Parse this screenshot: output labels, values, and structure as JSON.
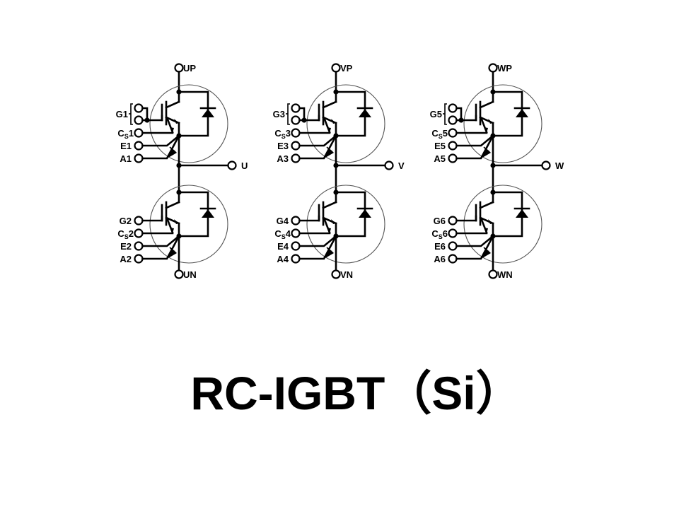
{
  "title": "RC-IGBT（Si）",
  "colors": {
    "ink": "#000000",
    "envelope": "#555555",
    "background": "#ffffff"
  },
  "phases": [
    {
      "name": "U",
      "output_label": "U",
      "upper": {
        "top_label": "UP",
        "gate_label": "G1",
        "cs_label": "C",
        "cs_sub": "S",
        "cs_num": "1",
        "emitter_label": "E1",
        "anode_label": "A1",
        "dual_gate": true
      },
      "lower": {
        "bottom_label": "UN",
        "gate_label": "G2",
        "cs_label": "C",
        "cs_sub": "S",
        "cs_num": "2",
        "emitter_label": "E2",
        "anode_label": "A2",
        "dual_gate": false
      }
    },
    {
      "name": "V",
      "output_label": "V",
      "upper": {
        "top_label": "VP",
        "gate_label": "G3",
        "cs_label": "C",
        "cs_sub": "S",
        "cs_num": "3",
        "emitter_label": "E3",
        "anode_label": "A3",
        "dual_gate": true
      },
      "lower": {
        "bottom_label": "VN",
        "gate_label": "G4",
        "cs_label": "C",
        "cs_sub": "S",
        "cs_num": "4",
        "emitter_label": "E4",
        "anode_label": "A4",
        "dual_gate": false
      }
    },
    {
      "name": "W",
      "output_label": "W",
      "upper": {
        "top_label": "WP",
        "gate_label": "G5",
        "cs_label": "C",
        "cs_sub": "S",
        "cs_num": "5",
        "emitter_label": "E5",
        "anode_label": "A5",
        "dual_gate": true
      },
      "lower": {
        "bottom_label": "WN",
        "gate_label": "G6",
        "cs_label": "C",
        "cs_sub": "S",
        "cs_num": "6",
        "emitter_label": "E6",
        "anode_label": "A6",
        "dual_gate": false
      }
    }
  ]
}
